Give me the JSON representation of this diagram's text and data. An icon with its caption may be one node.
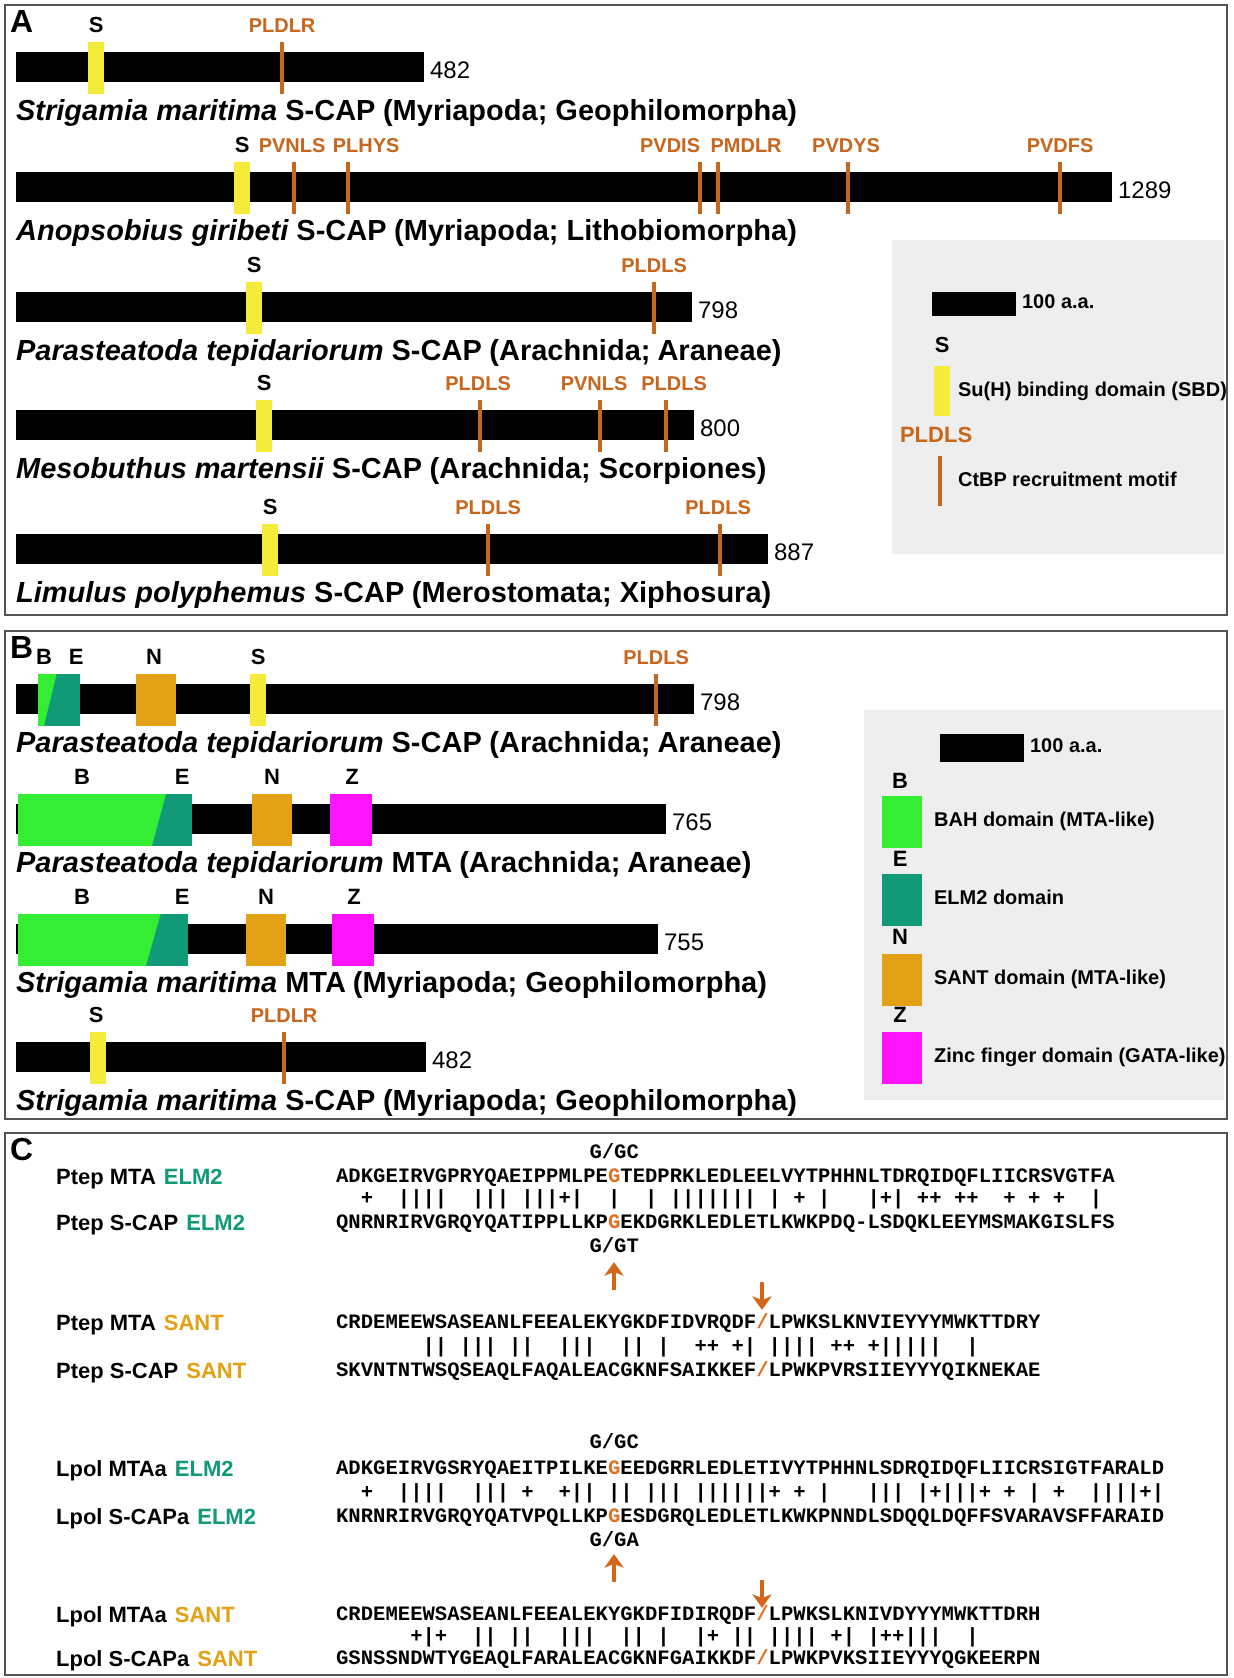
{
  "diagram": {
    "nodes": [
      {
        "text": [
          "A"
        ]
      },
      {
        "text": [],
        "shape": "bar",
        "in": 0,
        "beside": [
          "482",
          "*Strigamia maritima* S-CAP (Myriapoda; Geophilomorpha)"
        ]
      },
      {
        "text": [
          "S"
        ],
        "in": 1
      },
      {
        "text": [
          "PLDLR"
        ],
        "in": 1
      },
      {
        "text": [],
        "shape": "bar",
        "in": 0,
        "beside": [
          "1289",
          "*Anopsobius giribeti* S-CAP (Myriapoda; Lithobiomorpha)"
        ]
      },
      {
        "text": [
          "S"
        ],
        "in": 4
      },
      {
        "text": [
          "PVNLS"
        ],
        "in": 4
      },
      {
        "text": [
          "PLHYS"
        ],
        "in": 4
      },
      {
        "text": [
          "PVDIS"
        ],
        "in": 4
      },
      {
        "text": [
          "PMDLR"
        ],
        "in": 4
      },
      {
        "text": [
          "PVDYS"
        ],
        "in": 4
      },
      {
        "text": [
          "PVDFS"
        ],
        "in": 4
      },
      {
        "text": [],
        "shape": "bar",
        "in": 0,
        "beside": [
          "798",
          "*Parasteatoda tepidariorum* S-CAP (Arachnida; Araneae)"
        ]
      },
      {
        "text": [
          "S"
        ],
        "in": 12
      },
      {
        "text": [
          "PLDLS"
        ],
        "in": 12
      },
      {
        "text": [],
        "shape": "bar",
        "in": 0,
        "beside": [
          "800",
          "*Mesobuthus martensii* S-CAP (Arachnida; Scorpiones)"
        ]
      },
      {
        "text": [
          "S"
        ],
        "in": 15
      },
      {
        "text": [
          "PLDLS"
        ],
        "in": 15
      },
      {
        "text": [
          "PVNLS"
        ],
        "in": 15
      },
      {
        "text": [
          "PLDLS"
        ],
        "in": 15
      },
      {
        "text": [],
        "shape": "bar",
        "in": 0,
        "beside": [
          "887",
          "*Limulus polyphemus* S-CAP (Merostomata; Xiphosura)"
        ]
      },
      {
        "text": [
          "S"
        ],
        "in": 20
      },
      {
        "text": [
          "PLDLS"
        ],
        "in": 20
      },
      {
        "text": [
          "PLDLS"
        ],
        "in": 20
      },
      {
        "text": [],
        "shape": "box",
        "in": 0
      },
      {
        "text": [
          "100 a.a."
        ],
        "in": 24
      },
      {
        "text": [
          "S",
          "Su(H) binding domain (SBD)"
        ],
        "in": 24
      },
      {
        "text": [
          "PLDLS",
          "CtBP recruitment motif"
        ],
        "in": 24
      },
      {
        "text": [
          "B"
        ]
      },
      {
        "text": [],
        "shape": "bar",
        "in": 28,
        "beside": [
          "798",
          "*Parasteatoda tepidariorum* S-CAP (Arachnida; Araneae)"
        ]
      },
      {
        "text": [
          "B"
        ],
        "in": 29
      },
      {
        "text": [
          "E"
        ],
        "in": 29
      },
      {
        "text": [
          "N"
        ],
        "in": 29
      },
      {
        "text": [
          "S"
        ],
        "in": 29
      },
      {
        "text": [
          "PLDLS"
        ],
        "in": 29
      },
      {
        "text": [],
        "shape": "bar",
        "in": 28,
        "beside": [
          "765",
          "*Parasteatoda tepidariorum* MTA (Arachnida; Araneae)"
        ]
      },
      {
        "text": [
          "B"
        ],
        "in": 35
      },
      {
        "text": [
          "E"
        ],
        "in": 35
      },
      {
        "text": [
          "N"
        ],
        "in": 35
      },
      {
        "text": [
          "Z"
        ],
        "in": 35
      },
      {
        "text": [],
        "shape": "bar",
        "in": 28,
        "beside": [
          "755",
          "*Strigamia maritima* MTA (Myriapoda; Geophilomorpha)"
        ]
      },
      {
        "text": [
          "B"
        ],
        "in": 40
      },
      {
        "text": [
          "E"
        ],
        "in": 40
      },
      {
        "text": [
          "N"
        ],
        "in": 40
      },
      {
        "text": [
          "Z"
        ],
        "in": 40
      },
      {
        "text": [],
        "shape": "bar",
        "in": 28,
        "beside": [
          "482",
          "*Strigamia maritima* S-CAP (Myriapoda; Geophilomorpha)"
        ]
      },
      {
        "text": [
          "S"
        ],
        "in": 45
      },
      {
        "text": [
          "PLDLR"
        ],
        "in": 45
      },
      {
        "text": [],
        "shape": "box",
        "in": 28
      },
      {
        "text": [
          "100 a.a."
        ],
        "in": 48
      },
      {
        "text": [
          "B",
          "BAH domain (MTA-like)"
        ],
        "in": 48
      },
      {
        "text": [
          "E",
          "ELM2 domain"
        ],
        "in": 48
      },
      {
        "text": [
          "N",
          "SANT domain (MTA-like)"
        ],
        "in": 48
      },
      {
        "text": [
          "Z",
          "Zinc finger domain (GATA-like)"
        ],
        "in": 48
      },
      {
        "text": [
          "C"
        ]
      }
    ],
    "labels": [
      "G/GC",
      "Ptep MTA",
      "ELM2",
      "ADKGEIRVGPRYQAEIPPMLPEGTEDPRKLEDLEELVYTPHHNLTDRQIDQFLIICRSVGTFA",
      "  +  ||||  ||| |||+|  |  | ||||||| | + |   |+| ++ ++  + + +  |",
      "Ptep S-CAP",
      "ELM2",
      "QNRNRIRVGRQYQATIPPLLKPGEKDGRKLEDLETLKWKPDQ-LSDQKLEEYMSMAKGISLFS",
      "G/GT",
      "Ptep MTA",
      "SANT",
      "CRDEMEEWSASEANLFEEALEKYGKDFIDVRQDF/LPWKSLKNVIEYYYMWKTTDRY",
      "       || ||| ||  |||  || |  ++ +| |||| ++ +|||||  |",
      "Ptep S-CAP",
      "SANT",
      "SKVNTNTWSQSEAQLFAQALEACGKNFSAIKKEF/LPWKPVRSIIEYYYQIKNEKAE",
      "G/GC",
      "Lpol MTAa",
      "ELM2",
      "ADKGEIRVGSRYQAEITPILKEGEEDGRRLEDLETIVYTPHHNLSDRQIDQFLIICRSIGTFARALD",
      "  +  ||||  ||| +  +|| || ||| ||||||+ + |   ||| |+|||+ + | +  ||||+|",
      "Lpol S-CAPa",
      "ELM2",
      "KNRNRIRVGRQYQATVPQLLKPGESDGRQLEDLETLKWKPNNDLSDQQLDQFFSVARAVSFFARAID",
      "G/GA",
      "Lpol MTAa",
      "SANT",
      "CRDEMEEWSASEANLFEEALEKYGKDFIDIRQDF/LPWKSLKNIVDYYYMWKTTDRH",
      "      +|+  || ||  |||  || |  |+ || |||| +| |++|||  |",
      "Lpol S-CAPa",
      "SANT",
      "GSNSSNDWTYGEAQLFARALEACGKNFGAIKKDF/LPWKPVKSIIEYYYQGKEERPN"
    ]
  }
}
